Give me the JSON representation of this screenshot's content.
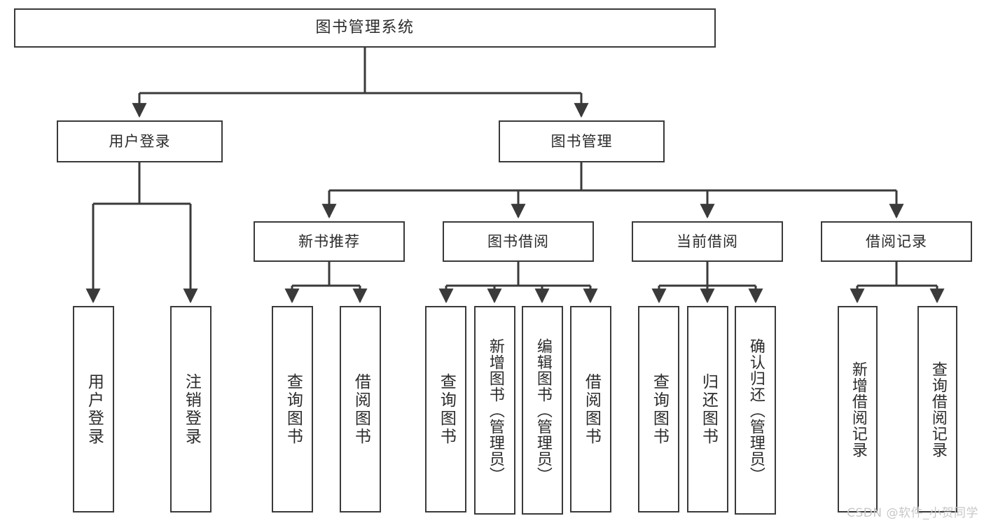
{
  "diagram": {
    "type": "tree",
    "title": "图书管理系统",
    "watermark": "CSDN @软件_小贺同学",
    "colors": {
      "background": "#ffffff",
      "box_border": "#3a3a3a",
      "box_fill": "#ffffff",
      "text": "#2b2b2b",
      "edge": "#3a3a3a",
      "watermark": "#c8c8c8"
    },
    "root": {
      "id": "root",
      "label": "图书管理系统",
      "orientation": "horizontal"
    },
    "level1": [
      {
        "id": "user-login",
        "label": "用户登录",
        "orientation": "horizontal"
      },
      {
        "id": "book-manage",
        "label": "图书管理",
        "orientation": "horizontal"
      }
    ],
    "level2": [
      {
        "id": "new-book-recommend",
        "label": "新书推荐",
        "orientation": "horizontal",
        "parent": "book-manage"
      },
      {
        "id": "book-borrow",
        "label": "图书借阅",
        "orientation": "horizontal",
        "parent": "book-manage"
      },
      {
        "id": "current-borrow",
        "label": "当前借阅",
        "orientation": "horizontal",
        "parent": "book-manage"
      },
      {
        "id": "borrow-record",
        "label": "借阅记录",
        "orientation": "horizontal",
        "parent": "book-manage"
      }
    ],
    "leaves": [
      {
        "id": "leaf-user-login",
        "label": "用户登录",
        "orientation": "vertical",
        "parent": "user-login"
      },
      {
        "id": "leaf-logout-login",
        "label": "注销登录",
        "orientation": "vertical",
        "parent": "user-login"
      },
      {
        "id": "leaf-query-book-1",
        "label": "查询图书",
        "orientation": "vertical",
        "parent": "new-book-recommend"
      },
      {
        "id": "leaf-borrow-book-1",
        "label": "借阅图书",
        "orientation": "vertical",
        "parent": "new-book-recommend"
      },
      {
        "id": "leaf-query-book-2",
        "label": "查询图书",
        "orientation": "vertical",
        "parent": "book-borrow"
      },
      {
        "id": "leaf-add-book",
        "label": "新增图书（管理员）",
        "orientation": "vertical",
        "parent": "book-borrow"
      },
      {
        "id": "leaf-edit-book",
        "label": "编辑图书（管理员）",
        "orientation": "vertical",
        "parent": "book-borrow"
      },
      {
        "id": "leaf-borrow-book-2",
        "label": "借阅图书",
        "orientation": "vertical",
        "parent": "book-borrow"
      },
      {
        "id": "leaf-query-book-3",
        "label": "查询图书",
        "orientation": "vertical",
        "parent": "current-borrow"
      },
      {
        "id": "leaf-return-book",
        "label": "归还图书",
        "orientation": "vertical",
        "parent": "current-borrow"
      },
      {
        "id": "leaf-confirm-return",
        "label": "确认归还（管理员）",
        "orientation": "vertical",
        "parent": "current-borrow"
      },
      {
        "id": "leaf-add-record",
        "label": "新增借阅记录",
        "orientation": "vertical",
        "parent": "borrow-record"
      },
      {
        "id": "leaf-query-record",
        "label": "查询借阅记录",
        "orientation": "vertical",
        "parent": "borrow-record"
      }
    ]
  }
}
